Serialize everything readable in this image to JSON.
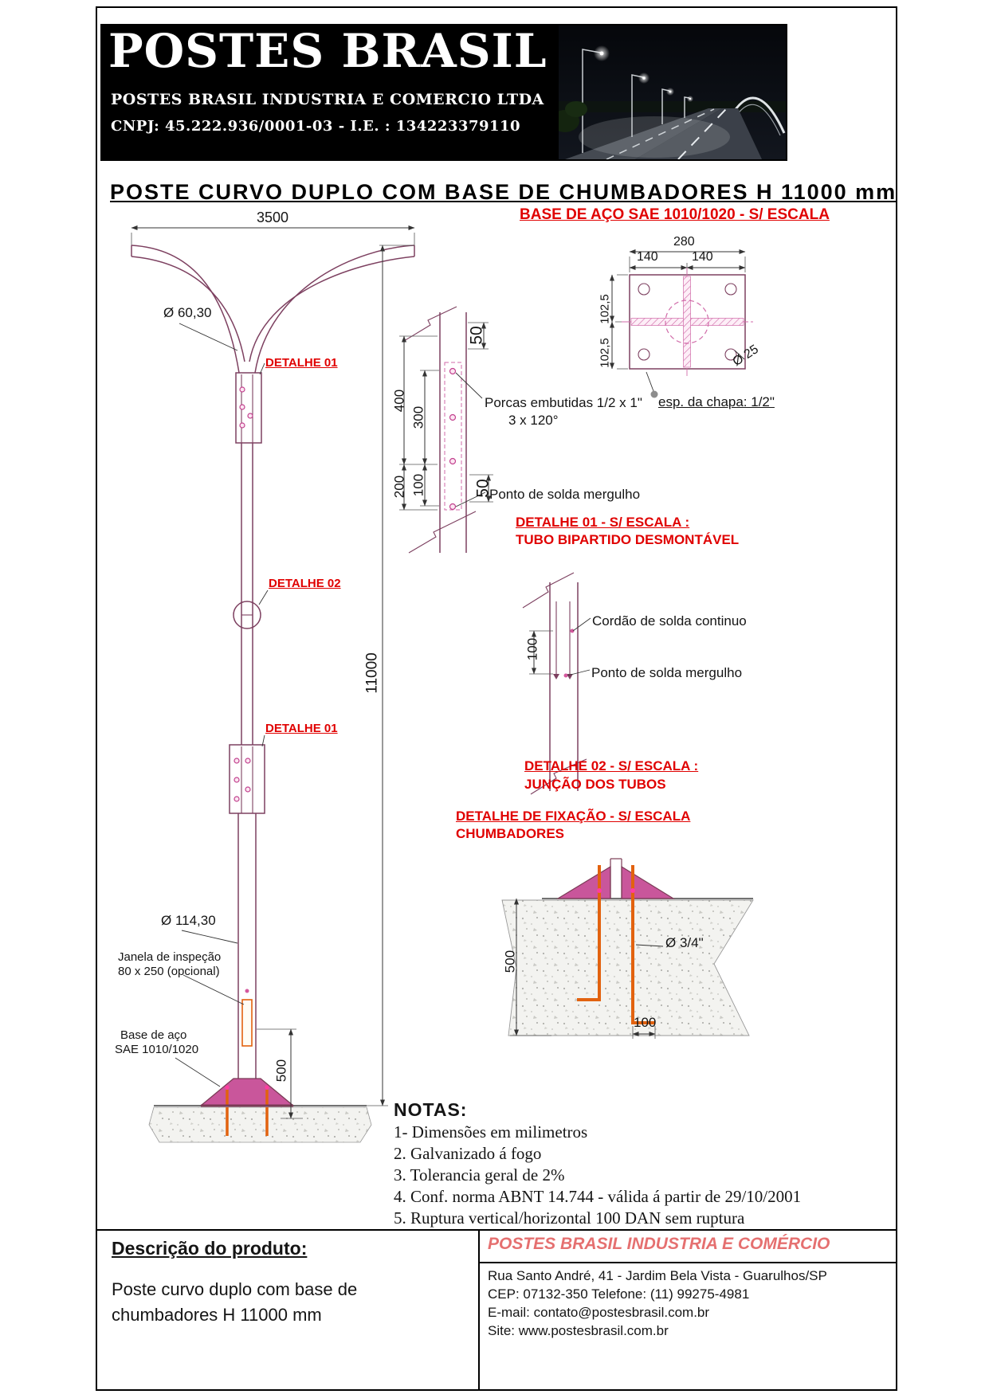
{
  "header": {
    "company": "POSTES BRASIL",
    "subtitle": "POSTES BRASIL INDUSTRIA E COMERCIO LTDA",
    "cnpj": "CNPJ: 45.222.936/0001-03 - I.E. : 134223379110"
  },
  "doc_title": "POSTE CURVO DUPLO COM BASE DE CHUMBADORES H 11000 mm",
  "pole": {
    "dim_3500": "3500",
    "dia_top": "Ø 60,30",
    "detalhe01": "DETALHE 01",
    "detalhe02": "DETALHE 02",
    "dim_11000": "11000",
    "dia_bottom": "Ø 114,30",
    "janela_line1": "Janela de inspeção",
    "janela_line2": "80 x 250 (opcional)",
    "base_line1": "Base de aço",
    "base_line2": "SAE 1010/1020",
    "dim_500": "500"
  },
  "baseplate": {
    "title": "BASE DE AÇO SAE 1010/1020 - S/ ESCALA",
    "dim_280": "280",
    "dim_140_left": "140",
    "dim_140_right": "140",
    "dim_102_top": "102,5",
    "dim_102_bottom": "102,5",
    "dia_25": "Ø 25",
    "esp_chapa": "esp. da chapa: 1/2\""
  },
  "det01": {
    "dim_50_top": "50",
    "dim_400": "400",
    "dim_300": "300",
    "dim_200": "200",
    "dim_100": "100",
    "dim_50_bottom": "50",
    "porcas_line1": "Porcas embutidas 1/2 x 1\"",
    "porcas_line2": "3 x 120°",
    "ponto_solda": "Ponto de solda mergulho",
    "title": "DETALHE 01 - S/ ESCALA :",
    "subtitle": "TUBO BIPARTIDO DESMONTÁVEL"
  },
  "det02": {
    "cordao": "Cordão de solda continuo",
    "dim_100": "100",
    "ponto_solda": "Ponto de solda mergulho",
    "title": "DETALHE 02 - S/ ESCALA :",
    "subtitle": "JUNÇÃO DOS TUBOS"
  },
  "fix": {
    "title": "DETALHE DE FIXAÇÃO - S/ ESCALA",
    "subtitle": "CHUMBADORES",
    "dim_500": "500",
    "dia_34": "Ø 3/4\"",
    "dim_100": "100"
  },
  "notas": {
    "title": "NOTAS:",
    "items": [
      "1- Dimensões em milimetros",
      "2. Galvanizado á fogo",
      "3. Tolerancia geral de 2%",
      "4. Conf. norma ABNT 14.744 - válida á partir de 29/10/2001",
      "5. Ruptura vertical/horizontal 100 DAN sem ruptura"
    ]
  },
  "footer": {
    "desc_title": "Descrição do produto:",
    "desc_line1": "Poste curvo duplo com base de",
    "desc_line2": "chumbadores H 11000 mm",
    "company": "POSTES BRASIL INDUSTRIA E COMÉRCIO",
    "address": "Rua Santo André, 41 - Jardim Bela Vista - Guarulhos/SP",
    "cep_phone": "CEP: 07132-350 Telefone: (11) 99275-4981",
    "email": "E-mail: contato@postesbrasil.com.br",
    "site": "Site: www.postesbrasil.com.br"
  },
  "colors": {
    "accent_red": "#e00000",
    "drawing_maroon": "#7d4060",
    "drawing_pink": "#d06aa8",
    "bolt_orange": "#e2620f",
    "footer_company_red": "#e57070"
  }
}
